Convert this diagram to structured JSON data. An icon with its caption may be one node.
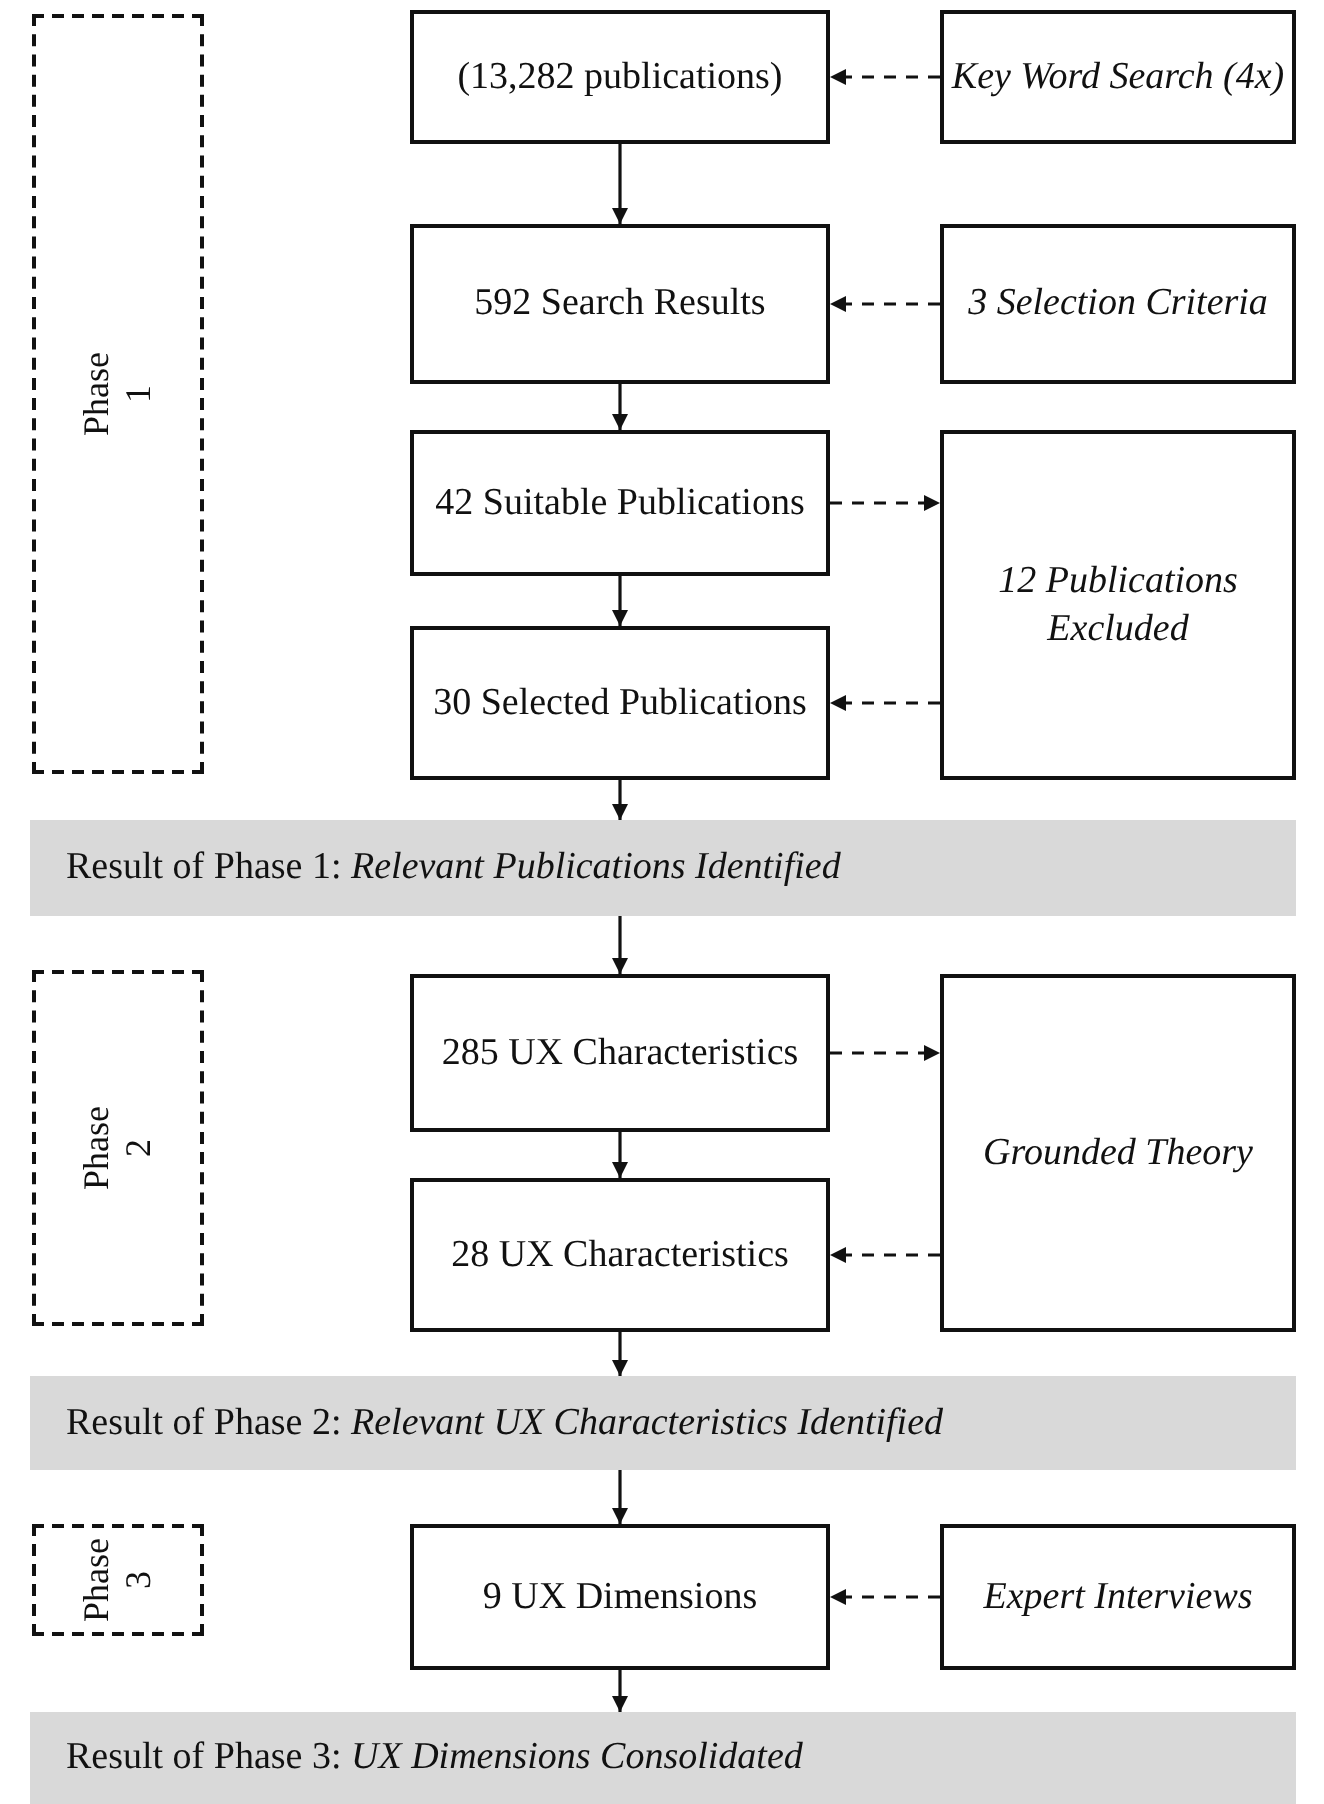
{
  "diagram": {
    "nodes": [
      {
        "text": [
          "Phase 1"
        ]
      },
      {
        "text": [
          "(13,282 publications)"
        ]
      },
      {
        "text": [
          "Key Word Search (4x)"
        ]
      },
      {
        "text": [
          "592 Search Results"
        ]
      },
      {
        "text": [
          "3 Selection Criteria"
        ]
      },
      {
        "text": [
          "42 Suitable Publications"
        ]
      },
      {
        "text": [
          "12 Publications Excluded"
        ]
      },
      {
        "text": [
          "30 Selected Publications"
        ]
      },
      {
        "text": [
          "Result of Phase 1: *Relevant Publications Identified*"
        ]
      },
      {
        "text": [
          "Phase 2"
        ]
      },
      {
        "text": [
          "285 UX Characteristics"
        ]
      },
      {
        "text": [
          "Grounded Theory"
        ]
      },
      {
        "text": [
          "28 UX Characteristics"
        ]
      },
      {
        "text": [
          "Result of Phase 2: *Relevant UX Characteristics Identified*"
        ]
      },
      {
        "text": [
          "Phase 3"
        ]
      },
      {
        "text": [
          "9 UX Dimensions"
        ]
      },
      {
        "text": [
          "Expert Interviews"
        ]
      },
      {
        "text": [
          "Result of Phase 3: *UX Dimensions Consolidated*"
        ]
      }
    ],
    "edges": [
      {
        "from": 2,
        "to": 1,
        "arrow": "to",
        "style": "dashed"
      },
      {
        "from": 1,
        "to": 3,
        "arrow": "to"
      },
      {
        "from": 4,
        "to": 3,
        "arrow": "to",
        "style": "dashed"
      },
      {
        "from": 3,
        "to": 5,
        "arrow": "to"
      },
      {
        "from": 5,
        "to": 6,
        "arrow": "to",
        "style": "dashed"
      },
      {
        "from": 5,
        "to": 7,
        "arrow": "to"
      },
      {
        "from": 6,
        "to": 7,
        "arrow": "to",
        "style": "dashed"
      },
      {
        "from": 7,
        "to": 8,
        "arrow": "to"
      },
      {
        "from": 8,
        "to": 10,
        "arrow": "to"
      },
      {
        "from": 10,
        "to": 11,
        "arrow": "to",
        "style": "dashed"
      },
      {
        "from": 10,
        "to": 12,
        "arrow": "to"
      },
      {
        "from": 11,
        "to": 12,
        "arrow": "to",
        "style": "dashed"
      },
      {
        "from": 12,
        "to": 13,
        "arrow": "to"
      },
      {
        "from": 13,
        "to": 15,
        "arrow": "to"
      },
      {
        "from": 16,
        "to": 15,
        "arrow": "to",
        "style": "dashed"
      },
      {
        "from": 15,
        "to": 17,
        "arrow": "to"
      }
    ]
  }
}
